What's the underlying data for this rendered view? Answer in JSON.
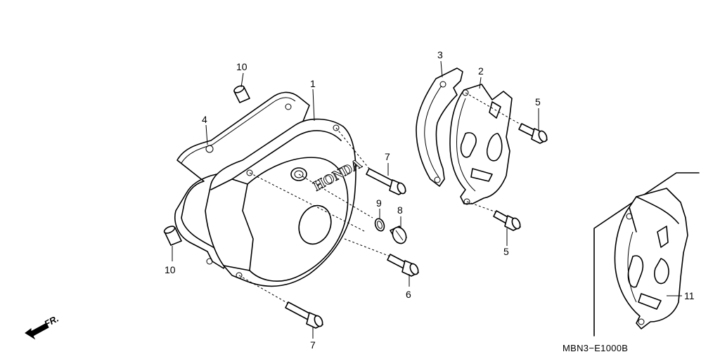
{
  "diagram": {
    "callouts": {
      "c1": "1",
      "c2": "2",
      "c3": "3",
      "c4": "4",
      "c5a": "5",
      "c5b": "5",
      "c6": "6",
      "c7a": "7",
      "c7b": "7",
      "c8": "8",
      "c9": "9",
      "c10a": "10",
      "c10b": "10",
      "c11": "11"
    },
    "cover_logo": "HONDA",
    "direction_label": "FR.",
    "drawing_code": "MBN3−E1000B"
  }
}
